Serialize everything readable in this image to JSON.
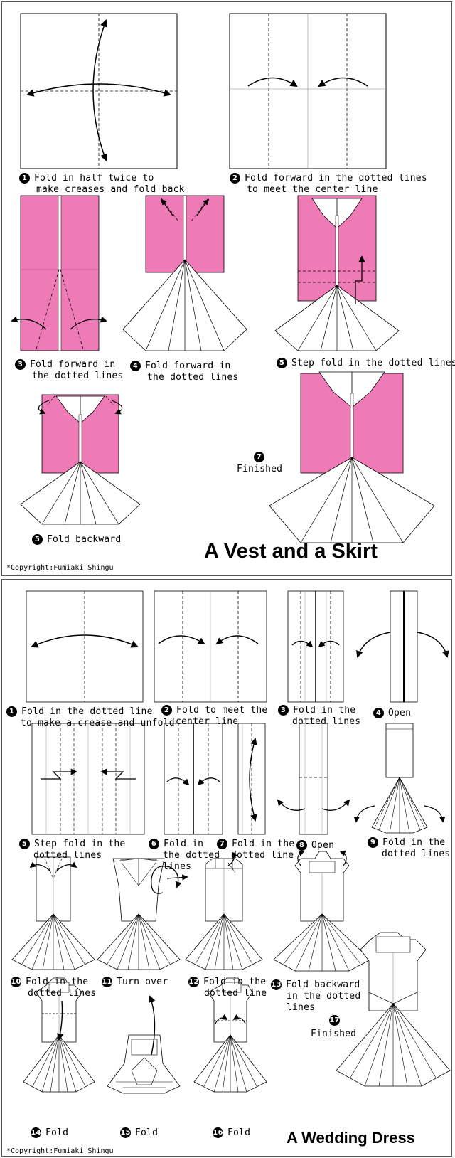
{
  "colors": {
    "pink": "#ef7bb6",
    "pinkDark": "#e062a3",
    "line": "#000000"
  },
  "vest": {
    "title": "A Vest and a Skirt",
    "copyright": "*Copyright:Fumiaki Shingu",
    "steps": [
      {
        "num": "1",
        "line1": "Fold in half twice to",
        "line2": "make creases and fold back"
      },
      {
        "num": "2",
        "line1": "Fold forward in the dotted lines",
        "line2": "to meet the center line"
      },
      {
        "num": "3",
        "line1": "Fold forward in",
        "line2": "the dotted lines"
      },
      {
        "num": "4",
        "line1": "Fold forward in",
        "line2": "the dotted lines"
      },
      {
        "num": "5",
        "line1": "Step fold in the dotted lines",
        "line2": ""
      },
      {
        "num": "5",
        "line1": "Fold backward",
        "line2": ""
      },
      {
        "num": "7",
        "line1": "Finished",
        "line2": ""
      }
    ]
  },
  "dress": {
    "title": "A Wedding Dress",
    "copyright": "*Copyright:Fumiaki Shingu",
    "steps": [
      {
        "num": "1",
        "line1": "Fold in the dotted line",
        "line2": "to make a crease and unfold"
      },
      {
        "num": "2",
        "line1": "Fold to meet the",
        "line2": "center line"
      },
      {
        "num": "3",
        "line1": "Fold in the",
        "line2": "dotted lines"
      },
      {
        "num": "4",
        "line1": "Open",
        "line2": ""
      },
      {
        "num": "5",
        "line1": "Step fold in the",
        "line2": "dotted lines"
      },
      {
        "num": "6",
        "line1": "Fold in",
        "line2": "the dotted",
        "line3": "lines"
      },
      {
        "num": "7",
        "line1": "Fold in the",
        "line2": "dotted line"
      },
      {
        "num": "8",
        "line1": "Open",
        "line2": ""
      },
      {
        "num": "9",
        "line1": "Fold in the",
        "line2": "dotted lines"
      },
      {
        "num": "10",
        "line1": "Fold in the",
        "line2": "dotted lines"
      },
      {
        "num": "11",
        "line1": "Turn over",
        "line2": ""
      },
      {
        "num": "12",
        "line1": "Fold in the",
        "line2": "dotted line"
      },
      {
        "num": "13",
        "line1": "Fold backward",
        "line2": "in the dotted",
        "line3": "lines"
      },
      {
        "num": "14",
        "line1": "Fold",
        "line2": ""
      },
      {
        "num": "15",
        "line1": "Fold",
        "line2": ""
      },
      {
        "num": "16",
        "line1": "Fold",
        "line2": ""
      },
      {
        "num": "17",
        "line1": "Finished",
        "line2": ""
      }
    ]
  }
}
